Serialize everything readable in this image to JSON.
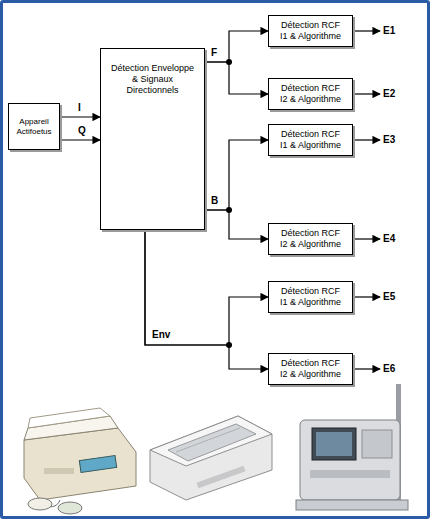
{
  "diagram": {
    "nodes": [
      {
        "text": [
          "Appareil Actifoetus"
        ]
      },
      {
        "text": [
          "Détection Enveloppe & Signaux Directionnels"
        ]
      },
      {
        "text": [
          "Détection RCF I1 & Algorithme"
        ]
      },
      {
        "text": [
          "Détection RCF I2 & Algorithme"
        ]
      },
      {
        "text": [
          "Détection RCF I1 & Algorithme"
        ]
      },
      {
        "text": [
          "Détection RCF I2 & Algorithme"
        ]
      },
      {
        "text": [
          "Détection RCF I1 & Algorithme"
        ]
      },
      {
        "text": [
          "Détection RCF I2 & Algorithme"
        ]
      }
    ],
    "edges": [
      {
        "from": 0,
        "to": 1,
        "label": "I",
        "arrow": "to"
      },
      {
        "from": 0,
        "to": 1,
        "label": "Q",
        "arrow": "to"
      },
      {
        "from": 1,
        "to": 2,
        "label": "F",
        "arrow": "to"
      },
      {
        "from": 1,
        "to": 3,
        "arrow": "to"
      },
      {
        "from": 1,
        "to": 4,
        "label": "B",
        "arrow": "to"
      },
      {
        "from": 1,
        "to": 5,
        "arrow": "to"
      },
      {
        "from": 1,
        "to": 6,
        "label": "Env",
        "arrow": "to"
      },
      {
        "from": 1,
        "to": 7,
        "arrow": "to"
      }
    ],
    "labels": [
      "E1",
      "E2",
      "E3",
      "E4",
      "E5",
      "E6"
    ]
  }
}
